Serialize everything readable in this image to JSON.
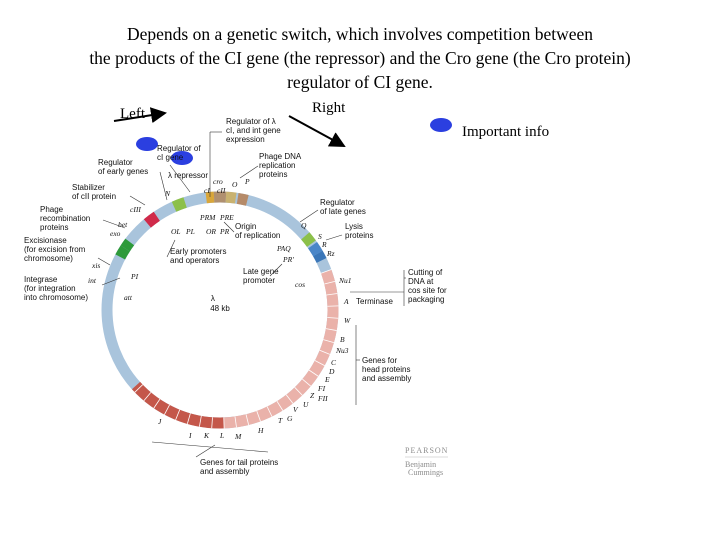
{
  "title_lines": [
    "Depends on a genetic switch, which involves competition between",
    "the products of the CI gene (the repressor) and the Cro gene (the Cro protein)",
    "regulator of CI gene."
  ],
  "labels": {
    "left": "Left",
    "right": "Right",
    "important": "Important info"
  },
  "colors": {
    "marker": "#2b3fe0",
    "ring": "#a9c4dc",
    "tail_genes": "#c4574a",
    "head_genes": "#e8a8a0"
  },
  "annotations": {
    "reg_lambda": [
      "Regulator of λ",
      "cI, and int gene",
      "expression"
    ],
    "reg_ci": [
      "Regulator of",
      "cI gene"
    ],
    "lambda_repressor": "λ repressor",
    "reg_early": [
      "Regulator",
      "of early genes"
    ],
    "stabilizer": [
      "Stabilizer",
      "of cII protein"
    ],
    "phage_recomb": [
      "Phage",
      "recombination",
      "proteins"
    ],
    "excisionase": [
      "Excisionase",
      "(for excision from",
      "chromosome)"
    ],
    "integrase": [
      "Integrase",
      "(for integration",
      "into chromosome)"
    ],
    "phage_dna": [
      "Phage DNA",
      "replication",
      "proteins"
    ],
    "reg_late": [
      "Regulator",
      "of late genes"
    ],
    "lysis": [
      "Lysis",
      "proteins"
    ],
    "origin": [
      "Origin",
      "of replication"
    ],
    "early_promoters": [
      "Early promoters",
      "and operators"
    ],
    "late_promoter": [
      "Late gene",
      "promoter"
    ],
    "lambda_size": [
      "λ",
      "48 kb"
    ],
    "cutting": [
      "Cutting of",
      "DNA at",
      "cos site for",
      "packaging"
    ],
    "terminase": "Terminase",
    "head": [
      "Genes for",
      "head proteins",
      "and assembly"
    ],
    "tail": [
      "Genes for tail proteins",
      "and assembly"
    ]
  },
  "gene_labels": {
    "cro": "cro",
    "cI": "cI",
    "cII": "cII",
    "O": "O",
    "P": "P",
    "N": "N",
    "cIII": "cIII",
    "bet": "bet",
    "exo": "exo",
    "xis": "xis",
    "int": "int",
    "att": "att",
    "PI": "PI",
    "PRM": "PRM",
    "PRE": "PRE",
    "OL": "OL",
    "PL": "PL",
    "OR": "OR",
    "PR": "PR",
    "PAQ": "PAQ",
    "PR2": "PR'",
    "Q": "Q",
    "S": "S",
    "R": "R",
    "Rz": "Rz",
    "Nu1": "Nu1",
    "cos": "cos",
    "A": "A",
    "W": "W",
    "B": "B",
    "Nu3": "Nu3",
    "C": "C",
    "D": "D",
    "E": "E",
    "FI": "FI",
    "FII": "FII",
    "Z": "Z",
    "U": "U",
    "V": "V",
    "G": "G",
    "T": "T",
    "H": "H",
    "M": "M",
    "L": "L",
    "K": "K",
    "I": "I",
    "J": "J"
  },
  "publisher": [
    "PEARSON",
    "Benjamin",
    "Cummings"
  ]
}
